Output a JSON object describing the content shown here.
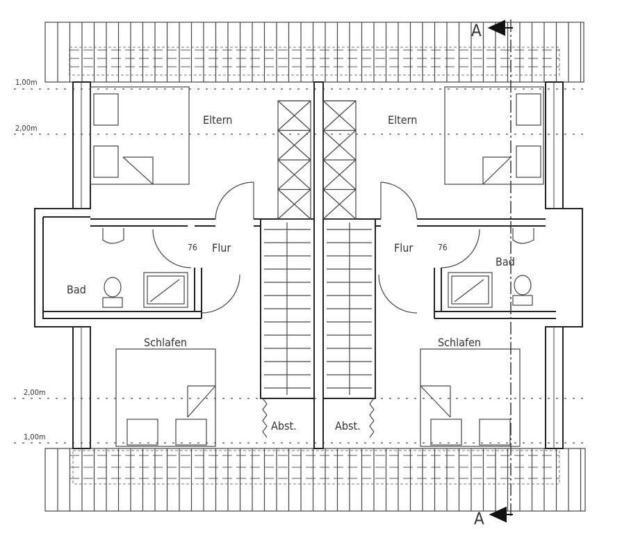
{
  "levels": {
    "top_1": "1,00m",
    "top_2": "2,00m",
    "bottom_2": "2,00m",
    "bottom_1": "1,00m"
  },
  "section": {
    "marker_top": "A",
    "marker_bottom": "A"
  },
  "left_unit": {
    "eltern": "Eltern",
    "flur": "Flur",
    "door_width": "76",
    "bad": "Bad",
    "schlafen": "Schlafen",
    "abst": "Abst."
  },
  "right_unit": {
    "eltern": "Eltern",
    "flur": "Flur",
    "door_width": "76",
    "bad": "Bad",
    "schlafen": "Schlafen",
    "abst": "Abst."
  }
}
